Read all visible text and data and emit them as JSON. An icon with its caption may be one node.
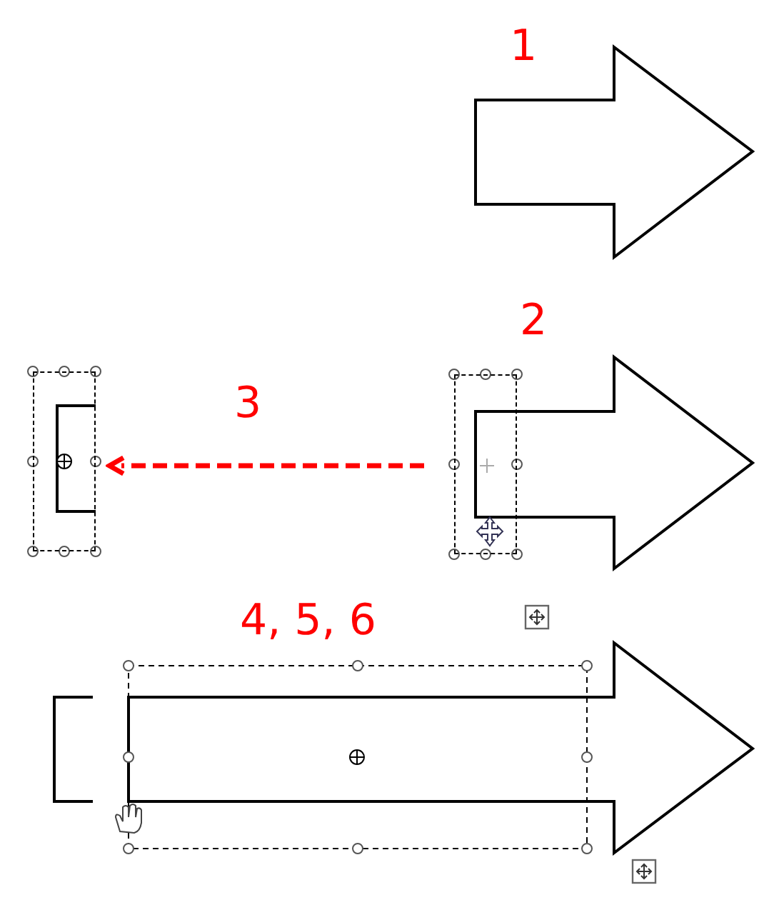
{
  "diagram": {
    "nodes": [
      {
        "text": [],
        "shape": "box"
      },
      {
        "text": [],
        "shape": "box"
      }
    ],
    "edges": [
      {
        "from": 1,
        "to": 0,
        "arrow": "to",
        "style": "dashed",
        "color": "#ff0000"
      }
    ],
    "labels": [
      "1",
      "2",
      "3",
      "4, 5, 6"
    ]
  }
}
